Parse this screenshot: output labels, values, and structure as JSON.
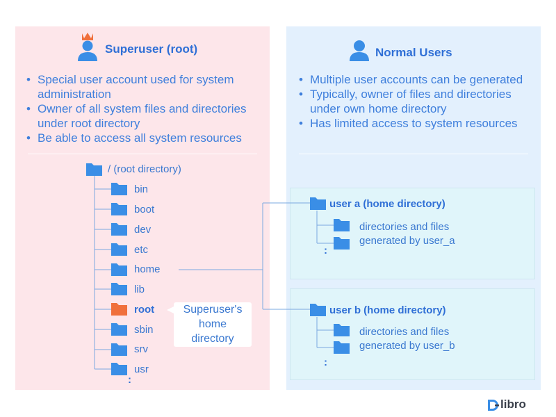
{
  "superuser": {
    "title": "Superuser (root)",
    "bullets": [
      "Special user account used for system administration",
      "Owner of all system files and directories under root directory",
      "Be able to access all system resources"
    ]
  },
  "normal": {
    "title": "Normal Users",
    "bullets": [
      "Multiple user accounts can be generated",
      "Typically, owner of files and directories under own home directory",
      "Has limited access to system resources"
    ]
  },
  "tree": {
    "root_label": "/ (root directory)",
    "dirs": [
      "bin",
      "boot",
      "dev",
      "etc",
      "home",
      "lib",
      "root",
      "sbin",
      "srv",
      "usr"
    ],
    "more": ":"
  },
  "callout": {
    "lines": [
      "Superuser's",
      "home",
      "directory"
    ]
  },
  "home_a": {
    "title": "user a (home directory)",
    "lines": [
      "directories and files",
      "generated by user_a"
    ],
    "more": ":"
  },
  "home_b": {
    "title": "user b (home directory)",
    "lines": [
      "directories and files",
      "generated by user_b"
    ],
    "more": ":"
  },
  "brand": {
    "text": "libro"
  },
  "colors": {
    "folder": "#3a8ee6",
    "folder_highlight": "#f0703c",
    "superuser_bg": "#fde6ea",
    "normal_bg": "#e3f0fd"
  }
}
